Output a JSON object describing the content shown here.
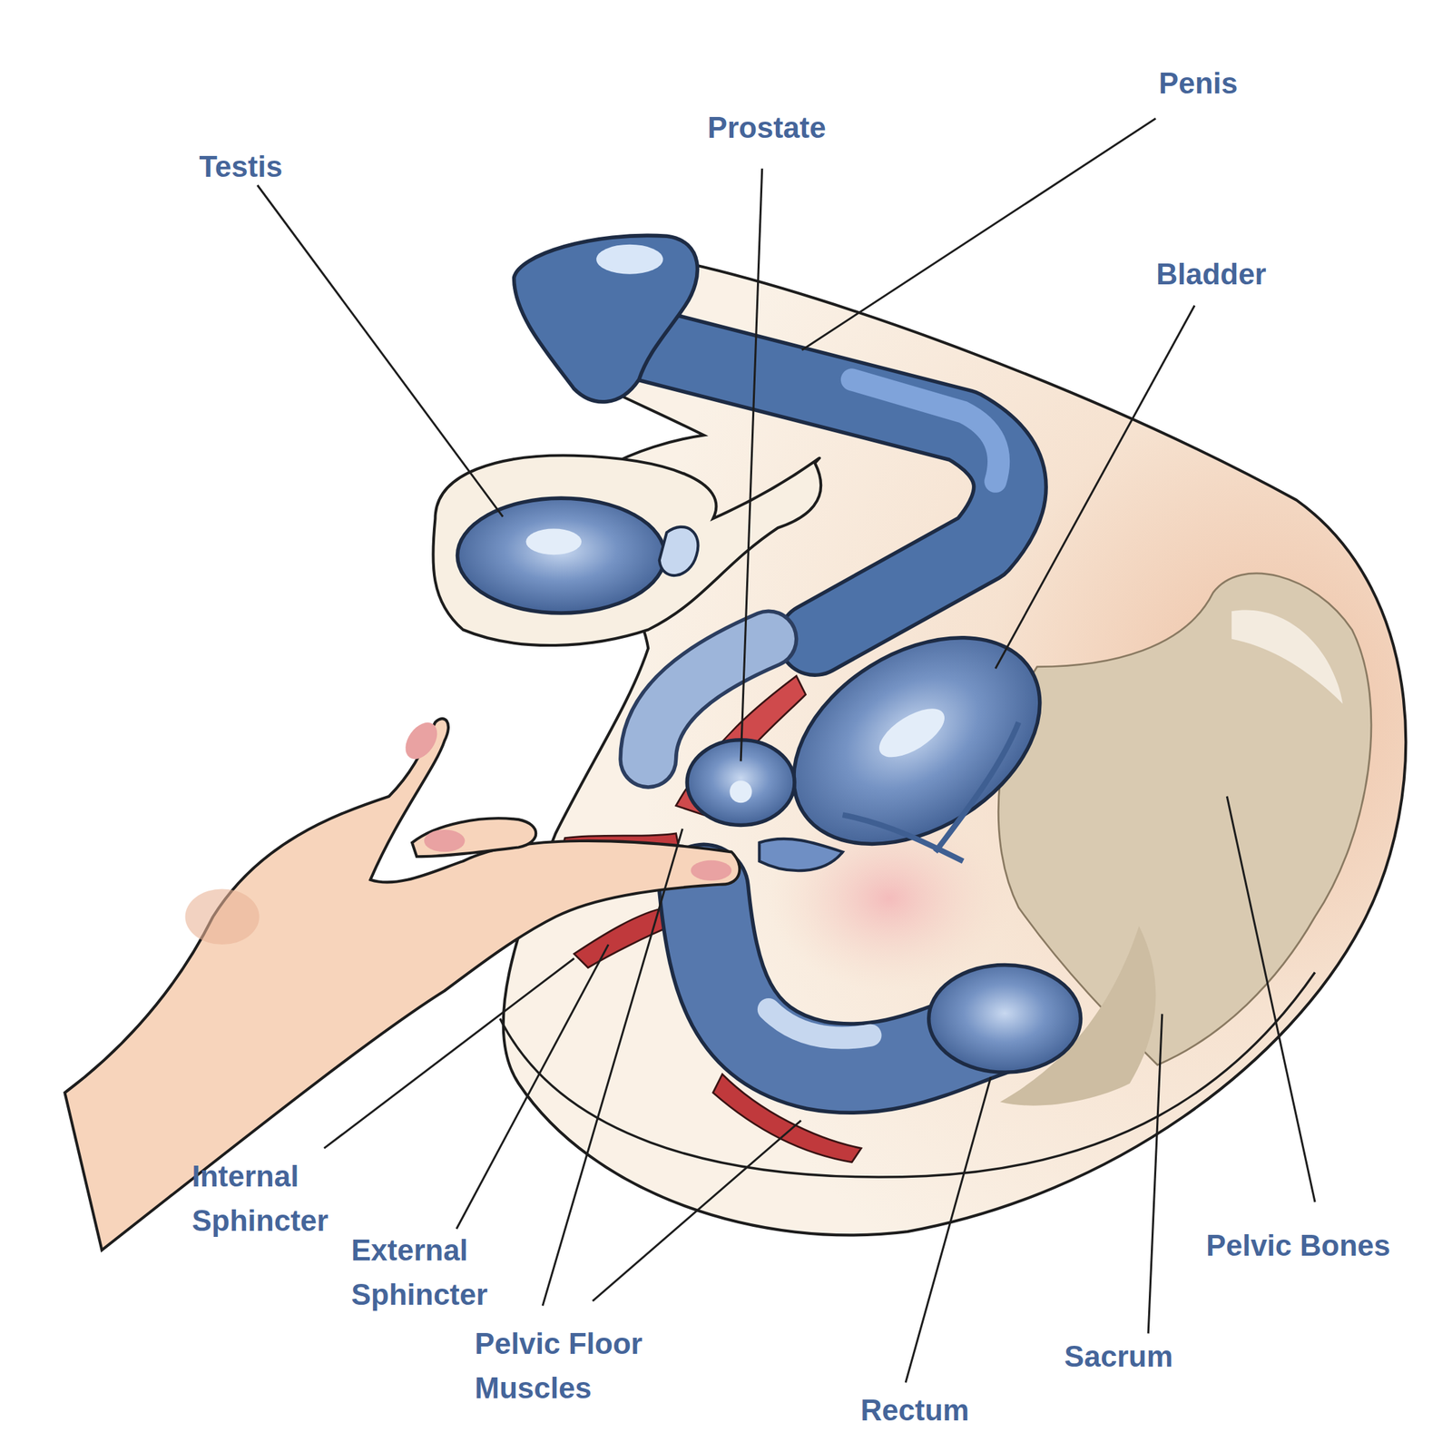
{
  "diagram": {
    "labels": [
      "Testis",
      "Prostate",
      "Penis",
      "Bladder",
      "Internal Sphincter",
      "External Sphincter",
      "Pelvic Floor Muscles",
      "Rectum",
      "Sacrum",
      "Pelvic Bones"
    ]
  }
}
